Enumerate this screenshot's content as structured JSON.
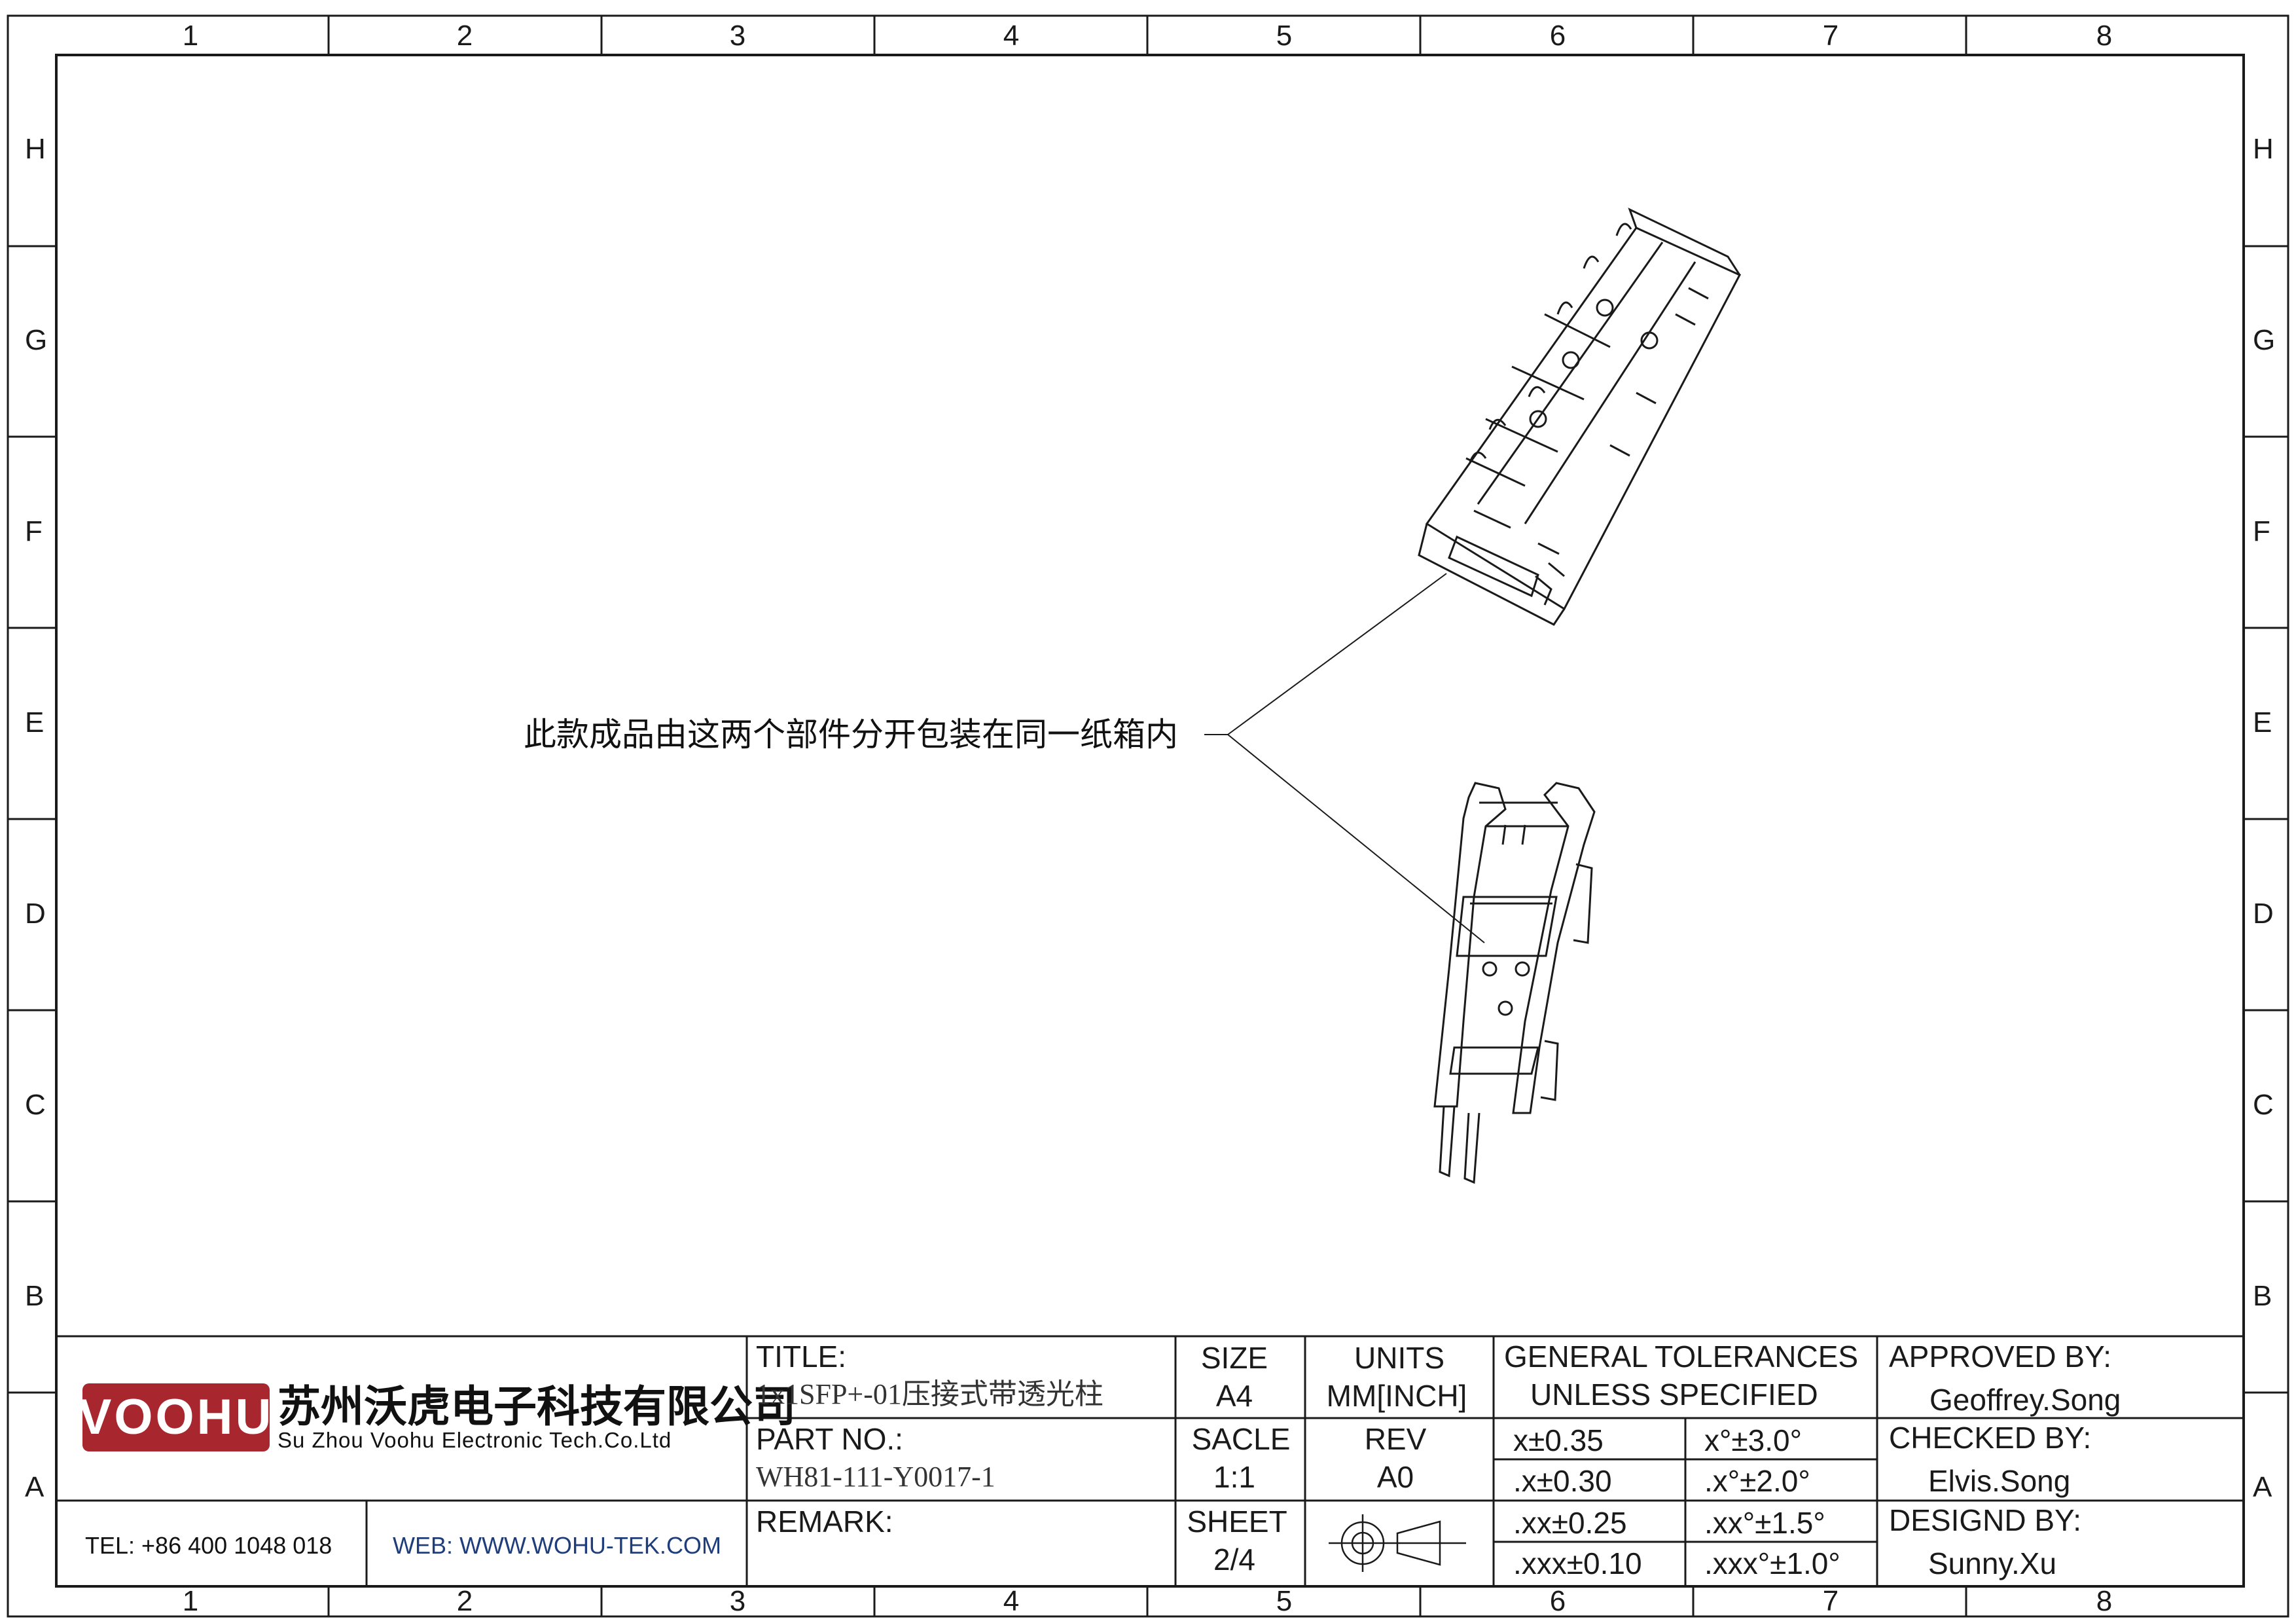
{
  "zones": {
    "columns": [
      "1",
      "2",
      "3",
      "4",
      "5",
      "6",
      "7",
      "8"
    ],
    "rows": [
      "H",
      "G",
      "F",
      "E",
      "D",
      "C",
      "B",
      "A"
    ]
  },
  "drawing": {
    "note": "此款成品由这两个部件分开包装在同一纸箱内"
  },
  "title_block": {
    "logo_text": "VOOHU",
    "company_cn": "苏州沃虎电子科技有限公司",
    "company_en": "Su Zhou Voohu Electronic Tech.Co.Ltd",
    "tel": "TEL: +86 400 1048 018",
    "web": "WEB: WWW.WOHU-TEK.COM",
    "title_label": "TITLE:",
    "title_value": "1x1SFP+-01压接式带透光柱",
    "part_label": "PART NO.:",
    "part_value": "WH81-111-Y0017-1",
    "remark_label": "REMARK:",
    "size_label": "SIZE",
    "size_value": "A4",
    "units_label": "UNITS",
    "units_value": "MM[INCH]",
    "scale_label": "SACLE",
    "scale_value": "1:1",
    "rev_label": "REV",
    "rev_value": "A0",
    "sheet_label": "SHEET",
    "sheet_value": "2/4",
    "tolerance_title_1": "GENERAL TOLERANCES",
    "tolerance_title_2": "UNLESS SPECIFIED",
    "tol_linear": [
      "x±0.35",
      ".x±0.30",
      ".xx±0.25",
      ".xxx±0.10"
    ],
    "tol_angular": [
      "x°±3.0°",
      ".x°±2.0°",
      ".xx°±1.5°",
      ".xxx°±1.0°"
    ],
    "approved_label": "APPROVED BY:",
    "approved_value": "Geoffrey.Song",
    "checked_label": "CHECKED BY:",
    "checked_value": "Elvis.Song",
    "designed_label": "DESIGND BY:",
    "designed_value": "Sunny.Xu"
  }
}
